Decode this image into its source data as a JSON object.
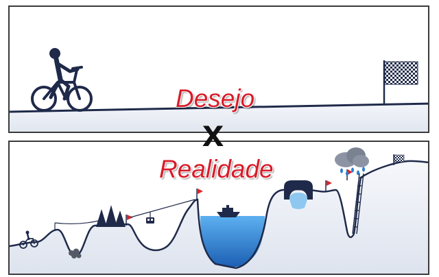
{
  "captions": {
    "wish": "Desejo",
    "versus": "x",
    "reality": "Realidade"
  },
  "icons": {
    "top": [
      "cyclist-icon",
      "checkered-flag-icon"
    ],
    "bottom": [
      "cyclist-icon",
      "zipline-icon",
      "boulders-icon",
      "pine-trees-icon",
      "red-flag-icon",
      "cable-car-icon",
      "boat-icon",
      "arch-bridge-icon",
      "rain-cloud-icon",
      "ladder-icon",
      "checkered-flag-icon"
    ]
  },
  "colors": {
    "caption_red": "#d81c2a",
    "ink": "#1f2a4a",
    "water": "#2a7fd0",
    "ground": "#eef1f7",
    "flag_red": "#d8262a"
  }
}
